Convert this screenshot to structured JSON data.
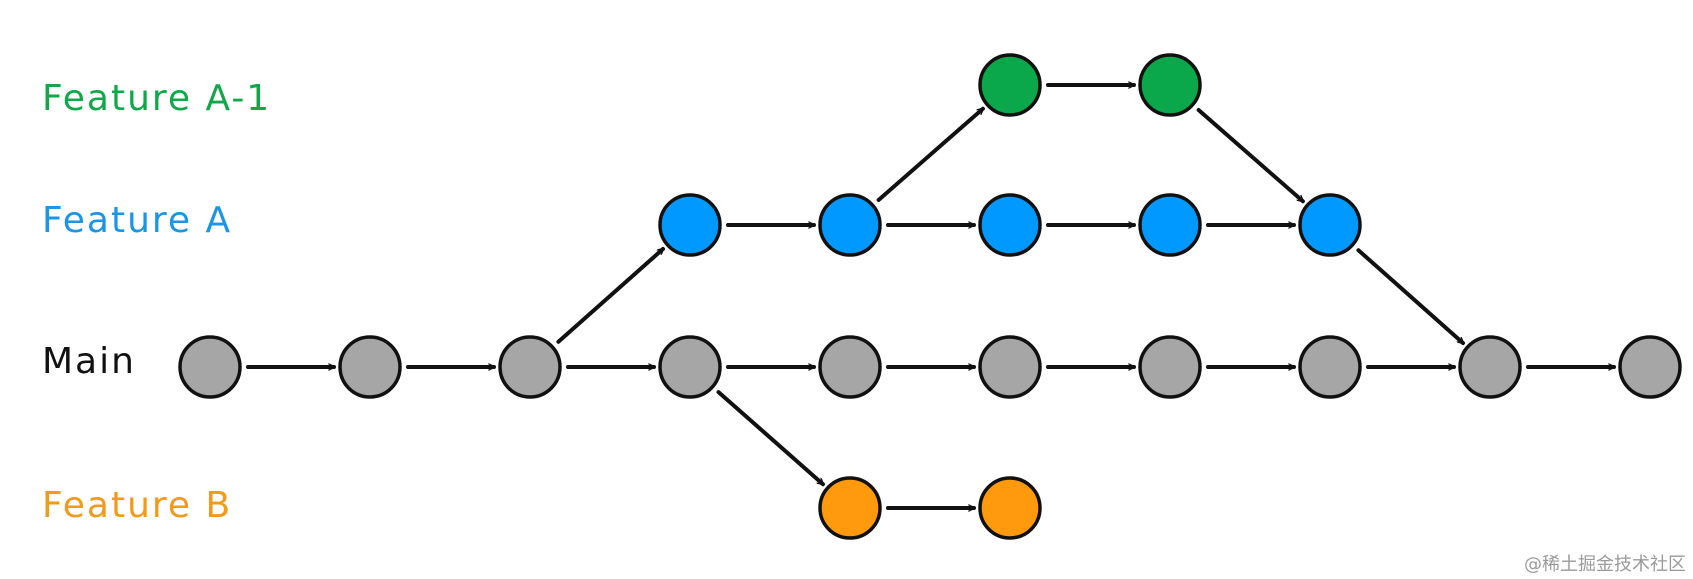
{
  "lanes": [
    {
      "id": "feature-a-1",
      "label": "Feature A-1",
      "color": "#12a84a"
    },
    {
      "id": "feature-a",
      "label": "Feature A",
      "color": "#1a95e8"
    },
    {
      "id": "main",
      "label": "Main",
      "color": "#111111"
    },
    {
      "id": "feature-b",
      "label": "Feature B",
      "color": "#f39a1a"
    }
  ],
  "node_colors": {
    "feature-a-1": "#0aa84a",
    "feature-a": "#0099ff",
    "main": "#a6a6a6",
    "feature-b": "#ff9a0f"
  },
  "commits": {
    "main": 10,
    "feature-a": 5,
    "feature-a-1": 2,
    "feature-b": 2
  },
  "branches": [
    {
      "from": "main",
      "from_commit": 3,
      "to": "feature-a",
      "to_commit": 1
    },
    {
      "from": "feature-a",
      "from_commit": 2,
      "to": "feature-a-1",
      "to_commit": 1
    },
    {
      "from": "main",
      "from_commit": 4,
      "to": "feature-b",
      "to_commit": 1
    }
  ],
  "merges": [
    {
      "from": "feature-a-1",
      "from_commit": 2,
      "to": "feature-a",
      "to_commit": 5
    },
    {
      "from": "feature-a",
      "from_commit": 5,
      "to": "main",
      "to_commit": 9
    }
  ],
  "watermark": "@稀土掘金技术社区"
}
